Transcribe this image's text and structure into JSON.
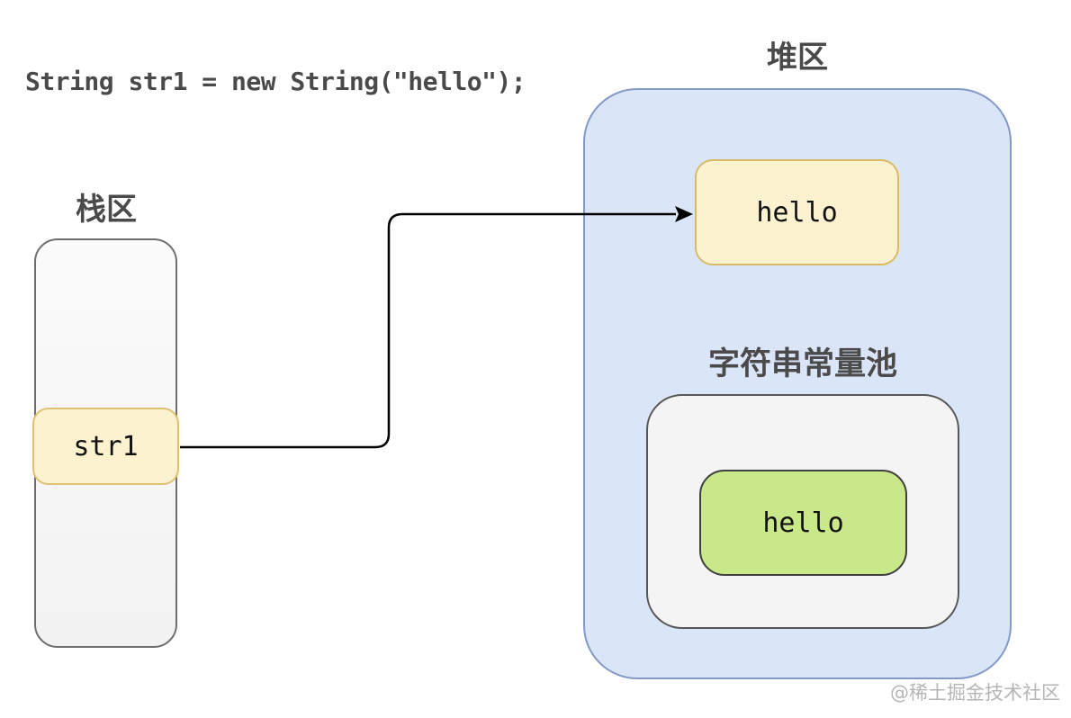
{
  "code_line": "String str1 = new String(\"hello\");",
  "stack": {
    "label": "栈区",
    "variable": "str1"
  },
  "heap": {
    "label": "堆区",
    "object": {
      "value": "hello"
    },
    "pool": {
      "label": "字符串常量池",
      "literal": {
        "value": "hello"
      }
    }
  },
  "watermark": "@稀土掘金技术社区",
  "colors": {
    "text_dark": "#4a4a4a",
    "heap_fill": "#dbe5f8",
    "heap_border": "#8399c7",
    "stack_fill": "#f2f2f2",
    "stack_border": "#6e6e6e",
    "yellow_fill": "#fcf2d0",
    "yellow_border": "#dfc173",
    "yellow_border2": "#d8bb64",
    "green_fill": "#c9e88a",
    "green_border": "#3f3f3f",
    "pool_fill": "#f4f4f4",
    "pool_border": "#565656",
    "arrow": "#000000",
    "watermark": "#b5b5b5"
  }
}
